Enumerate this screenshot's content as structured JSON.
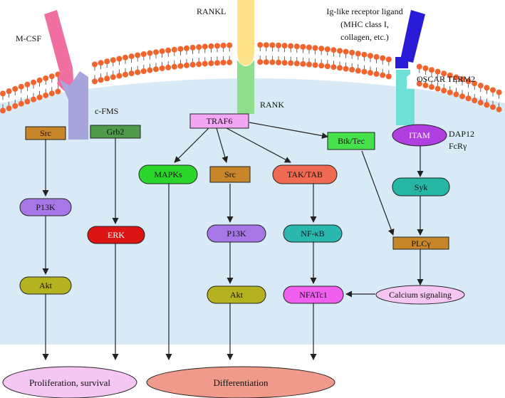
{
  "ligands": {
    "mcsf": "M-CSF",
    "rankl": "RANKL",
    "ig_ligand_line1": "Ig-like receptor ligand",
    "ig_ligand_line2": "(MHC class I,",
    "ig_ligand_line3": "collagen, etc.)"
  },
  "receptors": {
    "cfms": "c-FMS",
    "rank": "RANK",
    "oscar_term2": "OSCAR TERM2",
    "dap12": "DAP12",
    "fcr": "FcRγ"
  },
  "nodes": {
    "src_left": "Src",
    "grb2": "Grb2",
    "traf6": "TRAF6",
    "btk_tec": "Btk/Tec",
    "itam": "ITAM",
    "mapks": "MAPKs",
    "src_mid": "Src",
    "tak_tab": "TAK/TAB",
    "syk": "Syk",
    "p13k_left": "P13K",
    "erk": "ERK",
    "p13k_mid": "P13K",
    "nfkb": "NF-κB",
    "plcg": "PLCγ",
    "akt_left": "Akt",
    "akt_mid": "Akt",
    "nfatc1": "NFATc1",
    "calcium": "Calcium signaling"
  },
  "outcomes": {
    "proliferation": "Proliferation, survival",
    "differentiation": "Differentiation"
  },
  "colors": {
    "cytoplasm": "#d8eaf5",
    "lipid_head": "#f2642d",
    "mcsf": "#f06fa0",
    "cfms": "#a8a5dc",
    "rankl": "#fde28a",
    "rank": "#8ee08e",
    "ig_ligand": "#2a1bd6",
    "oscar": "#6fe0d6",
    "src": "#c8862a",
    "grb2": "#4f9a4b",
    "traf6": "#f3a6f3",
    "btk": "#46e24b",
    "itam": "#b13ee0",
    "mapks": "#2bd62b",
    "tak": "#ef6a50",
    "syk": "#25b7a4",
    "p13k": "#a777e8",
    "erk": "#dd1414",
    "nfkb": "#2ab7b0",
    "plcg": "#c8862a",
    "akt": "#b5b21f",
    "nfatc1": "#f15ff0",
    "calcium": "#f6c6f2",
    "proliferation": "#f5c6f2",
    "differentiation": "#ef9a8a"
  }
}
